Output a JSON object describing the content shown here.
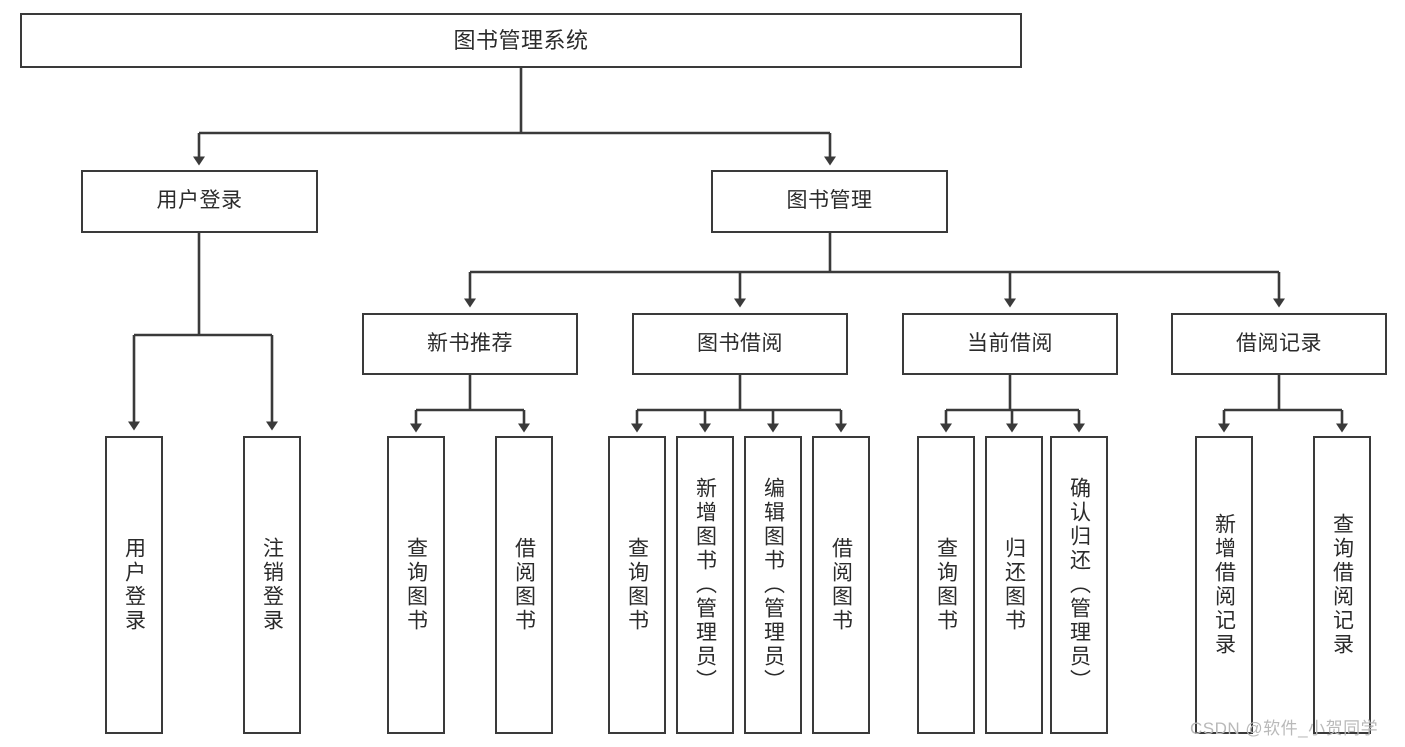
{
  "diagram": {
    "title": "图书管理系统",
    "type": "功能结构图",
    "background_color": "#ffffff",
    "box_border_color": "#3a3a3a",
    "text_color": "#2b2b2b",
    "connector_color": "#3a3a3a"
  },
  "root": {
    "label": "图书管理系统"
  },
  "level2": [
    {
      "label": "用户登录"
    },
    {
      "label": "图书管理"
    }
  ],
  "level3": [
    {
      "label": "新书推荐"
    },
    {
      "label": "图书借阅"
    },
    {
      "label": "当前借阅"
    },
    {
      "label": "借阅记录"
    }
  ],
  "leaves": {
    "user_login": [
      {
        "label": "用户登录"
      },
      {
        "label": "注销登录"
      }
    ],
    "new_book_recommend": [
      {
        "label": "查询图书"
      },
      {
        "label": "借阅图书"
      }
    ],
    "book_borrow": [
      {
        "label": "查询图书"
      },
      {
        "label": "新增图书（管理员）"
      },
      {
        "label": "编辑图书（管理员）"
      },
      {
        "label": "借阅图书"
      }
    ],
    "current_borrow": [
      {
        "label": "查询图书"
      },
      {
        "label": "归还图书"
      },
      {
        "label": "确认归还（管理员）"
      }
    ],
    "borrow_record": [
      {
        "label": "新增借阅记录"
      },
      {
        "label": "查询借阅记录"
      }
    ]
  },
  "watermark": {
    "text": "CSDN @软件_小贺同学"
  }
}
